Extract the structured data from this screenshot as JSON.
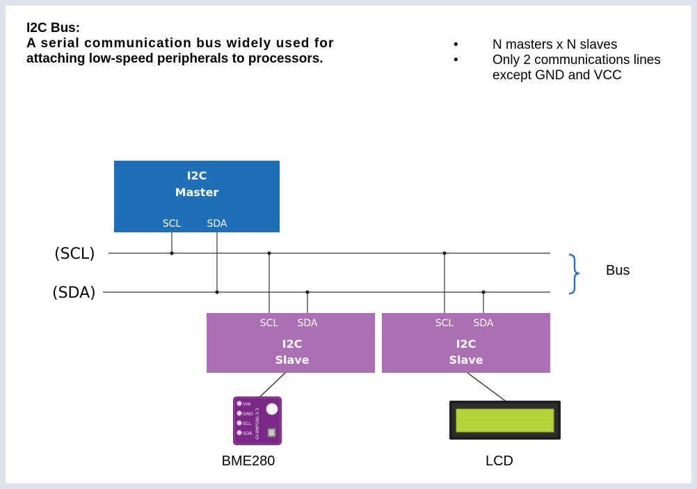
{
  "header": {
    "title": "I2C Bus:",
    "description_line1": "A serial communication bus widely used for",
    "description_line2": "attaching low-speed peripherals to processors."
  },
  "bullets": [
    "N masters x N slaves",
    "Only 2 communications lines except GND and VCC"
  ],
  "diagram": {
    "master": {
      "line1": "I2C",
      "line2": "Master",
      "pin_scl": "SCL",
      "pin_sda": "SDA"
    },
    "scl_line_label": "(SCL)",
    "sda_line_label": "(SDA)",
    "bus_label": "Bus",
    "slave1": {
      "line1": "I2C",
      "line2": "Slave",
      "pin_scl": "SCL",
      "pin_sda": "SDA"
    },
    "slave2": {
      "line1": "I2C",
      "line2": "Slave",
      "pin_scl": "SCL",
      "pin_sda": "SDA"
    },
    "bme_caption": "BME280",
    "lcd_caption": "LCD",
    "bme_board": {
      "pins": [
        "VIN",
        "GND",
        "SCL",
        "SDA"
      ],
      "board_text": "GY-BMP280-3.3"
    },
    "colors": {
      "master": "#1f6fb8",
      "slave": "#ab6fb4",
      "bus_bracket": "#2d6fc0",
      "board": "#7a2a86",
      "lcd_screen": "#b5d33a"
    },
    "icons": [
      "bme280-board-icon",
      "lcd-module-icon",
      "bus-bracket-icon"
    ]
  }
}
